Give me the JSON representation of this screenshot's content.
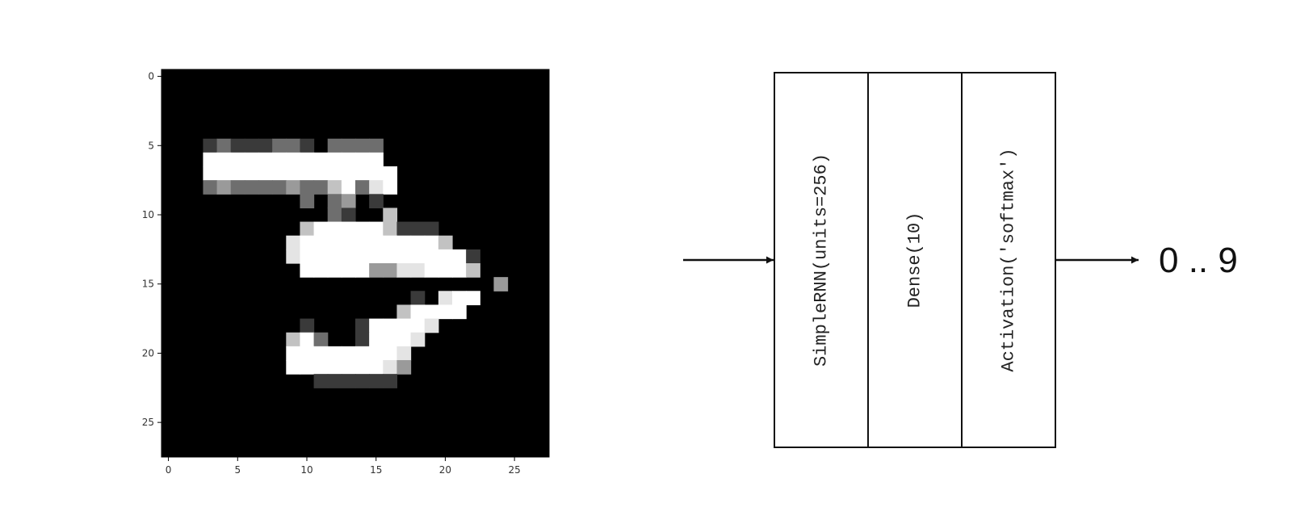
{
  "digit_plot": {
    "image_size": 28,
    "x_ticks": [
      "0",
      "5",
      "10",
      "15",
      "20",
      "25"
    ],
    "y_ticks": [
      "0",
      "5",
      "10",
      "15",
      "20",
      "25"
    ],
    "pixel_rows": [
      "............................",
      "............................",
      "............................",
      "............................",
      "............................",
      "...abaaabba.bbbb............",
      "...fffffffffffff............",
      "...ffffffffffffff...........",
      "...bcbbbbcbbdfbef...........",
      "..........b.bc.a............",
      "............ba..d...........",
      "..........dfffffdaaa........",
      ".........effffffffffd.......",
      ".........effffffffffffa.....",
      "..........fffffcceefffd.....",
      "........................c...",
      "..................a.eff.....",
      ".................dffff......",
      "..........a...affffe........",
      ".........dfb..afffe.........",
      ".........ffffffffe..........",
      ".........fffffffec..........",
      "...........aaaaaa...........",
      "............................",
      "............................",
      "............................",
      "............................",
      "............................"
    ],
    "shades": {
      ".": "#000000",
      "a": "#3a3a3a",
      "b": "#6e6e6e",
      "c": "#9a9a9a",
      "d": "#c2c2c2",
      "e": "#e4e4e4",
      "f": "#ffffff"
    }
  },
  "layers": [
    {
      "label": "SimpleRNN(units=256)"
    },
    {
      "label": "Dense(10)"
    },
    {
      "label": "Activation('softmax')"
    }
  ],
  "output": {
    "label": "0 .. 9"
  }
}
